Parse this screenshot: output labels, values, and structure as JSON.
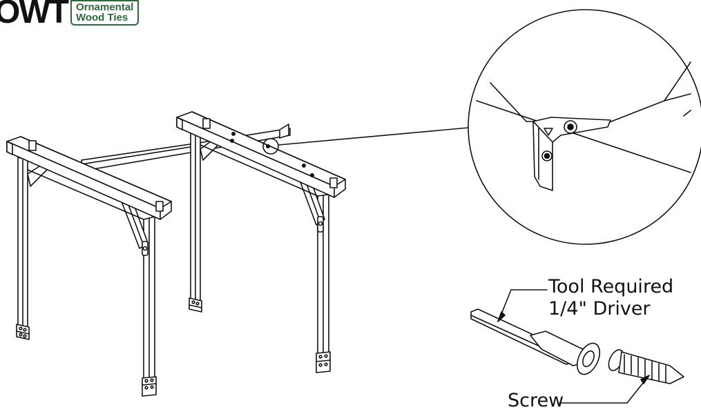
{
  "logo": {
    "mark": "OWT",
    "line1": "Ornamental",
    "line2": "Wood Ties"
  },
  "callouts": {
    "tool_line1": "Tool Required",
    "tool_line2": "1/4\" Driver",
    "screw": "Screw"
  },
  "colors": {
    "ink": "#111111",
    "brand_green": "#2a6a3a",
    "background": "#ffffff"
  }
}
